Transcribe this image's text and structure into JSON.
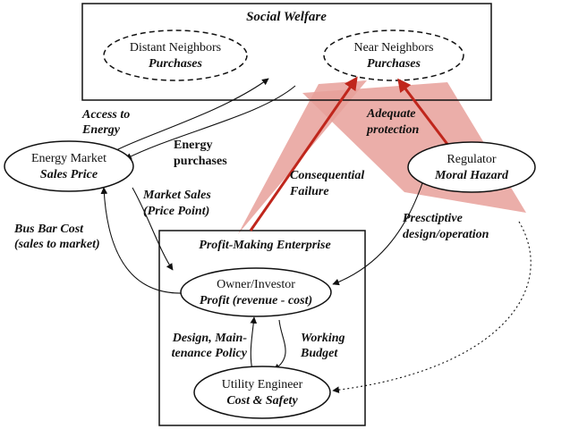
{
  "colors": {
    "ink": "#111111",
    "accent_red": "#c0261c",
    "shade_red": "#e8a09a",
    "background": "#ffffff"
  },
  "social_welfare": {
    "title": "Social Welfare",
    "distant": {
      "line1": "Distant Neighbors",
      "line2": "Purchases"
    },
    "near": {
      "line1": "Near Neighbors",
      "line2": "Purchases"
    }
  },
  "energy_market": {
    "line1": "Energy Market",
    "line2": "Sales Price"
  },
  "regulator": {
    "line1": "Regulator",
    "line2": "Moral Hazard"
  },
  "enterprise": {
    "title": "Profit-Making Enterprise",
    "owner": {
      "line1": "Owner/Investor",
      "line2": "Profit (revenue - cost)"
    },
    "engineer": {
      "line1": "Utility Engineer",
      "line2": "Cost & Safety"
    }
  },
  "labels": {
    "access_line1": "Access to",
    "access_line2": "Energy",
    "energy_purch_line1": "Energy",
    "energy_purch_line2": "purchases",
    "adequate_line1": "Adequate",
    "adequate_line2": "protection",
    "consequential_line1": "Consequential",
    "consequential_line2": "Failure",
    "market_sales_line1": "Market Sales",
    "market_sales_line2": "(Price Point)",
    "busbar_line1": "Bus Bar Cost",
    "busbar_line2": "(sales to market)",
    "prescriptive_line1": "Presctiptive",
    "prescriptive_line2": "design/operation",
    "design_line1": "Design, Main-",
    "design_line2": "tenance Policy",
    "working_line1": "Working",
    "working_line2": "Budget"
  }
}
